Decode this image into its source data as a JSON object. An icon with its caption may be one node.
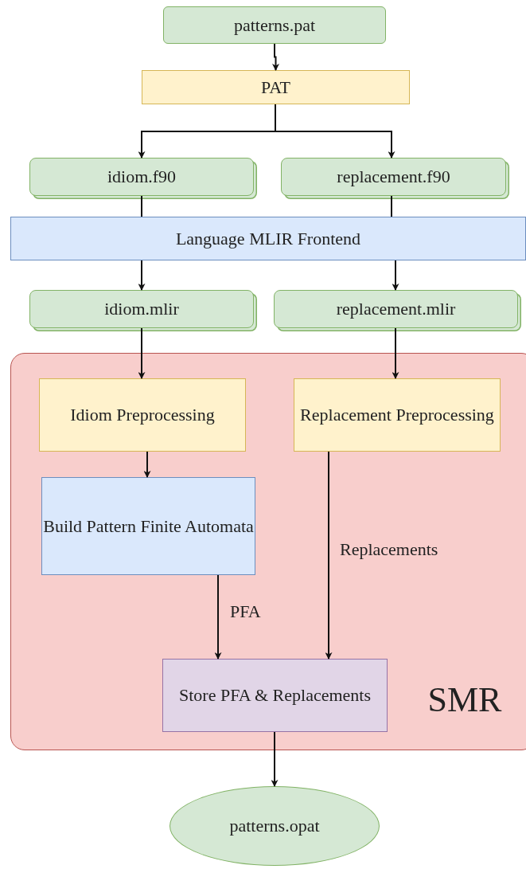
{
  "diagram": {
    "nodes": [
      {
        "text": [
          "patterns.pat"
        ]
      },
      {
        "text": [
          "PAT"
        ]
      },
      {
        "text": [
          "idiom.f90"
        ]
      },
      {
        "text": [
          "replacement.f90"
        ]
      },
      {
        "text": [
          "Language MLIR Frontend"
        ]
      },
      {
        "text": [
          "idiom.mlir"
        ]
      },
      {
        "text": [
          "replacement.mlir"
        ]
      },
      {
        "text": [
          "SMR"
        ]
      },
      {
        "text": [
          "Idiom Preprocessing"
        ],
        "in": 7
      },
      {
        "text": [
          "Replacement Preprocessing"
        ],
        "in": 7
      },
      {
        "text": [
          "Build Pattern Finite Automata"
        ],
        "in": 7
      },
      {
        "text": [
          "Store PFA & Replacements"
        ],
        "in": 7
      },
      {
        "text": [
          "patterns.opat"
        ]
      }
    ],
    "edges": [
      {
        "from": 0,
        "to": 1,
        "arrow": "to"
      },
      {
        "from": 1,
        "to": 2,
        "arrow": "to"
      },
      {
        "from": 1,
        "to": 3,
        "arrow": "to"
      },
      {
        "from": 2,
        "to": 4,
        "arrow": "none"
      },
      {
        "from": 3,
        "to": 4,
        "arrow": "none"
      },
      {
        "from": 4,
        "to": 5,
        "arrow": "to"
      },
      {
        "from": 4,
        "to": 6,
        "arrow": "to"
      },
      {
        "from": 5,
        "to": 8,
        "arrow": "to"
      },
      {
        "from": 6,
        "to": 9,
        "arrow": "to"
      },
      {
        "from": 8,
        "to": 10,
        "arrow": "to"
      },
      {
        "from": 10,
        "to": 11,
        "arrow": "to",
        "label": "PFA"
      },
      {
        "from": 9,
        "to": 11,
        "arrow": "to",
        "label": "Replacements"
      },
      {
        "from": 11,
        "to": 12,
        "arrow": "to"
      }
    ]
  }
}
